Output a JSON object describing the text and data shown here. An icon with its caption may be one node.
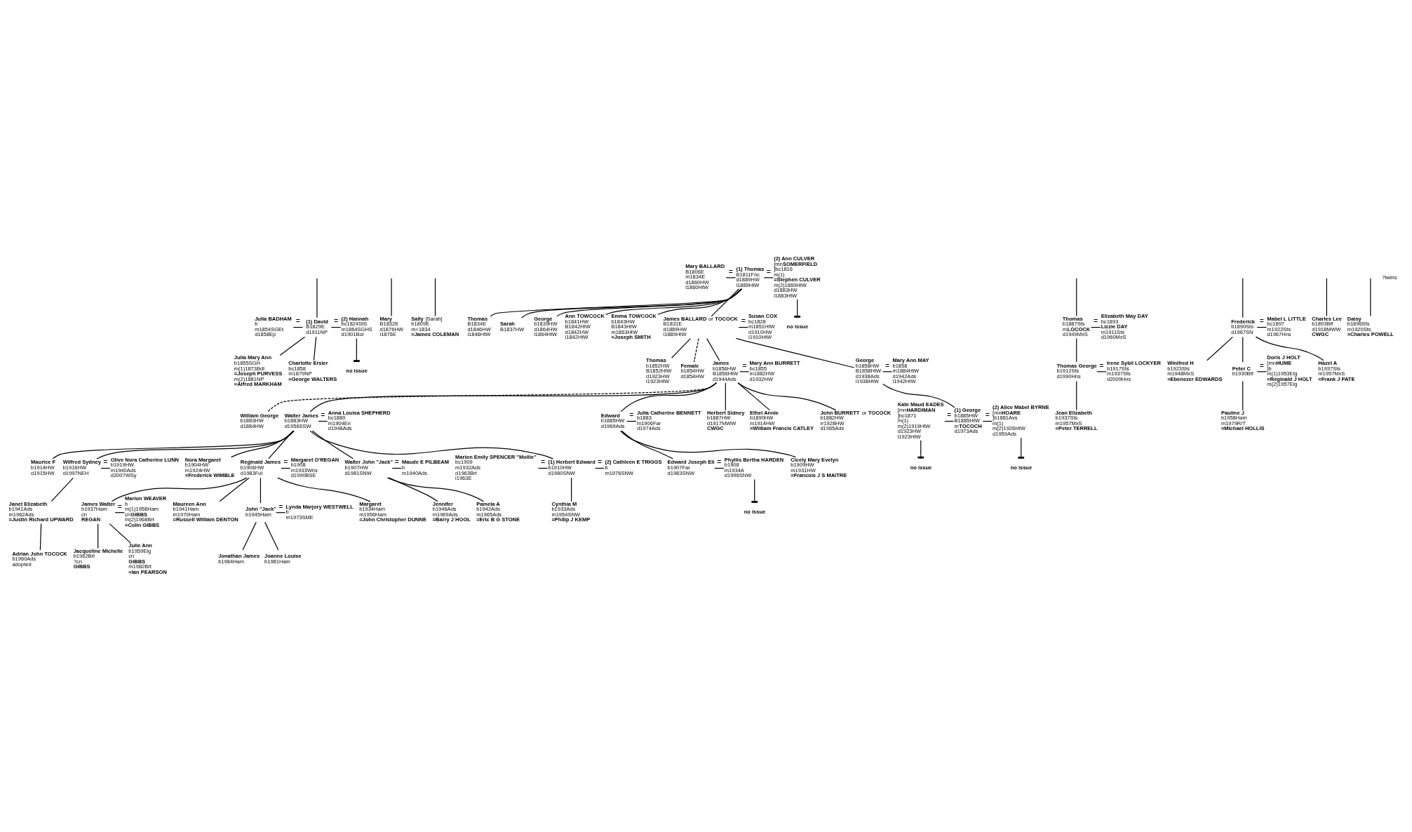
{
  "diagram": {
    "nodes": [
      {
        "text": [
          "**Julia BADHAM**",
          "b",
          "m1854SGEt",
          "d1858Ep"
        ]
      },
      {
        "text": [
          "**(1) David**",
          "B1829E",
          "d1911NP"
        ]
      },
      {
        "text": [
          "**(2) Hannah**",
          "bc1824StS",
          "m1864SGHS",
          "d1901Bol"
        ]
      },
      {
        "text": [
          "**no issue**"
        ]
      },
      {
        "text": [
          "**Mary**",
          "B1832E",
          "d1876HW",
          "i1876E"
        ]
      },
      {
        "text": [
          "**Sally** [Sarah]",
          "b1809E",
          "m<1834",
          "**=James COLEMAN**"
        ]
      },
      {
        "text": [
          "**Mary BALLARD**",
          "B1806E",
          "m1834E",
          "d1860HW",
          "i1860HtW"
        ]
      },
      {
        "text": [
          "**(1) Thomas**",
          "B1811Fnc",
          "d1889HW",
          "i1889HtW"
        ]
      },
      {
        "text": [
          "**(2) Ann CULVER**",
          "[mn**SOMERFIELD**]",
          "bc1816",
          "m(1)",
          "**=Stephen CULVER**",
          "m(2)1860HtW",
          "d1883HW",
          "i1883HtW"
        ]
      },
      {
        "text": [
          "**no issue**"
        ]
      },
      {
        "text": [
          "**Julia Mary Ann**",
          "b1855SGH",
          "m(1)1873Bdl",
          "**=Joseph PURVESS**",
          "m(2)1881NP",
          "**=Alfred MARKHAM**"
        ]
      },
      {
        "text": [
          "**Charlotte Ersler**",
          "bc1858",
          "m1879NP",
          "**=George WALTERS**"
        ]
      },
      {
        "text": [
          "**James BALLARD** or **TOCOCK**",
          "B1831E",
          "d1889HW",
          "i1889HtW"
        ]
      },
      {
        "text": [
          "**Susan COX**",
          "bc1828",
          "m1851HtW",
          "d1910HW",
          "i1910HtW"
        ]
      },
      {
        "text": [
          "**Thomas**",
          "B1834E",
          "d1846HW",
          "i1846HtW"
        ]
      },
      {
        "text": [
          "**Sarah**",
          "B1837HW"
        ]
      },
      {
        "text": [
          "**George**",
          "b1839HW",
          "d1864HW",
          "i1864HtW"
        ]
      },
      {
        "text": [
          "**Ann TOWCOCK**",
          "b1841HW",
          "B1842HtW",
          "d1842HW",
          "i1842HtW"
        ]
      },
      {
        "text": [
          "**Emma TOWCOCK**",
          "b1843HW",
          "B1843HtW",
          "m1863HtW",
          "**=Joseph SMITH**"
        ]
      },
      {
        "text": [
          "**Thomas**",
          "b1887Sts",
          "m**LOCOCK**",
          "d1949MxS"
        ]
      },
      {
        "text": [
          "**Elizabeth May DAY**",
          "bc1893",
          "**Lizzie DAY**",
          "m1911Sts",
          "d1960MxS"
        ]
      },
      {
        "text": [
          "**Frederick**",
          "b1890Sts",
          "d1967SN"
        ]
      },
      {
        "text": [
          "**Mabel L LITTLE**",
          "bc1897",
          "m1922Sts",
          "d1967Hns"
        ]
      },
      {
        "text": [
          "**Charles Lee**",
          "b1893Btf",
          "d1918MWW",
          "**CWGC**"
        ]
      },
      {
        "text": [
          "**Daisy**",
          "b1896Sts",
          "m1920Sts",
          "**=Charles POWELL**"
        ]
      },
      {
        "text": [
          "**Thomas**",
          "b1852HW",
          "B1852HtW",
          "d1923HW",
          "i1923HtW"
        ]
      },
      {
        "text": [
          "**Female**",
          "b1854HW",
          "d1854HW"
        ]
      },
      {
        "text": [
          "**James**",
          "b1856HW",
          "B1856HtW",
          "d1944Ads"
        ]
      },
      {
        "text": [
          "**Mary Ann BURRETT**",
          "bc1855",
          "m1882HW",
          "d1932HW"
        ]
      },
      {
        "text": [
          "**George**",
          "b1858HW",
          "B1858HtW",
          "d1938Ads",
          "i1938HtW"
        ]
      },
      {
        "text": [
          "**Mary Ann MAY**",
          "b1858",
          "m1884HtW",
          "d1942Ads",
          "i1942HtW"
        ]
      },
      {
        "text": [
          "**Thomas George**",
          "b1912Sts",
          "d1990Hns"
        ]
      },
      {
        "text": [
          "**Irene Sybil LOCKYER**",
          "b1917Sts",
          "m1937Sts",
          "d2009Hns"
        ]
      },
      {
        "text": [
          "**Winifred H**",
          "b1923Sts",
          "m1948MxS",
          "**=Ebenezer EDWARDS**"
        ]
      },
      {
        "text": [
          "**Peter C**",
          "b1930Btf"
        ]
      },
      {
        "text": [
          "**Doris J HOLT**",
          "[mn**HUME**]",
          "b",
          "m(1)1953Elg",
          "**=Reginald J HOLT**",
          "m(2)1957Elg"
        ]
      },
      {
        "text": [
          "**Hazel A**",
          "b1937Sts",
          "m1957MxS",
          "**=Frank J PATE**"
        ]
      },
      {
        "text": [
          "**John BURRETT** or **TOCOCK**",
          "b1882HW",
          "rr1928HW",
          "d1965Ads"
        ]
      },
      {
        "text": [
          "**William George**",
          "b1883HW",
          "d1884HW"
        ]
      },
      {
        "text": [
          "**Walter James**",
          "b1883HW",
          "d1956SSW"
        ]
      },
      {
        "text": [
          "**Anna Louisa SHEPHERD**",
          "bc1880",
          "m1904En",
          "d1948Ads"
        ]
      },
      {
        "text": [
          "**Edward**",
          "b1885HW",
          "d1969Ads"
        ]
      },
      {
        "text": [
          "**Julia Catherine BENNETT**",
          "b1883",
          "m1906Far",
          "d1974Ads"
        ]
      },
      {
        "text": [
          "**Herbert Sidney**",
          "b1887HW",
          "d1917MWW",
          "**CWGC**"
        ]
      },
      {
        "text": [
          "**Ethel Annie**",
          "b1890HW",
          "m1914HW",
          "**=William Francis CATLEY**"
        ]
      },
      {
        "text": [
          "**Kate Maud EADES**",
          "[mn**HARDIMAN**]",
          "bc1871",
          "m(1)",
          "m(2)1919HtW",
          "d1923HW",
          "i1923HtW"
        ]
      },
      {
        "text": [
          "**(1) George**",
          "b1885HW",
          "B1885HtW",
          "m**TOCOCH**",
          "d1973Ads"
        ]
      },
      {
        "text": [
          "**(2) Alice Mabel BYRNE**",
          "[mn**HOARE**]",
          "b1881Avs",
          "m(1)",
          "m(2)1926HtW",
          "d1959Ads"
        ]
      },
      {
        "text": [
          "**no issue**"
        ]
      },
      {
        "text": [
          "**no issue**"
        ]
      },
      {
        "text": [
          "**Jean Elizabeth**",
          "b1937Sts",
          "m1957MxS",
          "**=Peter TERRELL**"
        ]
      },
      {
        "text": [
          "**Pauline J**",
          "b1958Ham",
          "m1979R/T",
          "**=Michael HOLLIS**"
        ]
      },
      {
        "text": [
          "**Nora Margaret**",
          "b1904HW",
          "m1924HW",
          "**=Frederick WIMBLE**"
        ]
      },
      {
        "text": [
          "**Reginald James**",
          "b1906HW",
          "d1983Ful"
        ]
      },
      {
        "text": [
          "**Margaret O'REGAN**",
          "b1908",
          "m1933Wns",
          "d1990BSE"
        ]
      },
      {
        "text": [
          "**Walter John \"Jack\"**",
          "b1907HW",
          "d1981SNW"
        ]
      },
      {
        "text": [
          "**Maude E PILBEAM**",
          "b",
          "m1940Ads"
        ]
      },
      {
        "text": [
          "**Marion Emily SPENCER \"Mollie\"**",
          "bc1909",
          "m1932Ads",
          "d1963Brt",
          "i1963E"
        ]
      },
      {
        "text": [
          "**(1) Herbert Edward**",
          "b1910HW",
          "d1980SNW"
        ]
      },
      {
        "text": [
          "**(2) Cathleen E TRIGGS**",
          "b",
          "m1976SNW"
        ]
      },
      {
        "text": [
          "**Maurice F**",
          "b1914HW",
          "d1915HW"
        ]
      },
      {
        "text": [
          "**Wilfred Sydney**",
          "b1916HW",
          "d1997NEH"
        ]
      },
      {
        "text": [
          "**Olive Nora Catherine LUNN**",
          "b1919HW",
          "m1940Ads",
          "d2007WSy"
        ]
      },
      {
        "text": [
          "**Edward Joseph Eli**",
          "b1907Far",
          "d1983SNW"
        ]
      },
      {
        "text": [
          "**Phyllis Bertha HARDEN**",
          "b1908",
          "m1934A",
          "d1996SNW"
        ]
      },
      {
        "text": [
          "**no issue**"
        ]
      },
      {
        "text": [
          "**Cicely Mary Evelyn**",
          "b1909HW",
          "m1931HW",
          "**=Francois J S MAITRE**"
        ]
      },
      {
        "text": [
          "**Margaret**",
          "b1934Ham",
          "m1956Ham",
          "**=John Christopher DUNNE**"
        ]
      },
      {
        "text": [
          "**James Walter**",
          "b1937Ham",
          "cn",
          "**REGAN**"
        ]
      },
      {
        "text": [
          "**Marion WEAVER**",
          "b",
          "m(1)1958Ham",
          "cn**GIBBS**",
          "m(2)1968Brt",
          "**=Colin GIBBS**"
        ]
      },
      {
        "text": [
          "**Maureen Ann**",
          "b1941Ham",
          "m1970Ham",
          "**=Russell William DENTON**"
        ]
      },
      {
        "text": [
          "**John \"Jack\"**",
          "b1945Ham"
        ]
      },
      {
        "text": [
          "**Lynda Marjory WESTWELL**",
          "b",
          "m1973SME"
        ]
      },
      {
        "text": [
          "**Pamela A**",
          "b1942Ads",
          "m1965Ads",
          "**=Eric B G STONE**"
        ]
      },
      {
        "text": [
          "**Jennifer**",
          "b1946Ads",
          "m1969Ads",
          "**=Barry J HOOL**"
        ]
      },
      {
        "text": [
          "**Cynthia M**",
          "b1933Ads",
          "m1954SNW",
          "**=Philip J KEMP**"
        ]
      },
      {
        "text": [
          "**Janet Elizabeth**",
          "b1941Ads",
          "m1962Ads",
          "**=Justin Richard UPWARD**"
        ]
      },
      {
        "text": [
          "**Julie Ann**",
          "b1959Elg",
          "cn",
          "**GIBBS**",
          "m1982Brt",
          "**=Ian PEARSON**"
        ]
      },
      {
        "text": [
          "**Jacqueline Michelle**",
          "b1962Brt",
          "?cn",
          "**GIBBS**"
        ]
      },
      {
        "text": [
          "**Joanne Louise**",
          "b1981Ham"
        ]
      },
      {
        "text": [
          "**Jonathan James**",
          "b1984Ham"
        ]
      },
      {
        "text": [
          "**Adrian John TOCOCK**",
          "b1960Ads",
          "adopted"
        ]
      }
    ],
    "edges": [
      {
        "from": null,
        "to": 1,
        "arrow": "none"
      },
      {
        "from": null,
        "to": 4,
        "arrow": "none"
      },
      {
        "from": null,
        "to": 5,
        "arrow": "none"
      },
      {
        "from": null,
        "to": 19,
        "arrow": "none"
      },
      {
        "from": null,
        "to": 21,
        "arrow": "none"
      },
      {
        "from": null,
        "to": 23,
        "arrow": "none"
      },
      {
        "from": null,
        "to": 24,
        "arrow": "none"
      },
      {
        "from": 0,
        "to": 1,
        "arrow": "none",
        "label": "="
      },
      {
        "from": 1,
        "to": 2,
        "arrow": "none",
        "label": "="
      },
      {
        "from": 6,
        "to": 7,
        "arrow": "none",
        "label": "="
      },
      {
        "from": 7,
        "to": 8,
        "arrow": "none",
        "label": "="
      },
      {
        "from": 2,
        "to": 3,
        "arrow": "other"
      },
      {
        "from": 8,
        "to": 9,
        "arrow": "other"
      },
      {
        "from": 1,
        "to": 10,
        "arrow": "none"
      },
      {
        "from": 1,
        "to": 11,
        "arrow": "none"
      },
      {
        "from": 7,
        "to": 12,
        "arrow": "none"
      },
      {
        "from": 7,
        "to": 14,
        "arrow": "none"
      },
      {
        "from": 7,
        "to": 15,
        "arrow": "none"
      },
      {
        "from": 7,
        "to": 16,
        "arrow": "none"
      },
      {
        "from": 7,
        "to": 17,
        "arrow": "none"
      },
      {
        "from": 7,
        "to": 18,
        "arrow": "none"
      },
      {
        "from": 12,
        "to": 13,
        "arrow": "none",
        "label": "="
      },
      {
        "from": 19,
        "to": 20,
        "arrow": "none",
        "label": "="
      },
      {
        "from": 21,
        "to": 22,
        "arrow": "none",
        "label": "="
      },
      {
        "from": 12,
        "to": 25,
        "arrow": "none"
      },
      {
        "from": 12,
        "to": 26,
        "arrow": "none",
        "style": "dashed"
      },
      {
        "from": 12,
        "to": 27,
        "arrow": "none"
      },
      {
        "from": 12,
        "to": 29,
        "arrow": "none"
      },
      {
        "from": 27,
        "to": 28,
        "arrow": "none",
        "label": "="
      },
      {
        "from": 29,
        "to": 30,
        "arrow": "none",
        "label": "="
      },
      {
        "from": 19,
        "to": 31,
        "arrow": "none"
      },
      {
        "from": 31,
        "to": 32,
        "arrow": "none",
        "label": "="
      },
      {
        "from": 21,
        "to": 33,
        "arrow": "none"
      },
      {
        "from": 21,
        "to": 34,
        "arrow": "none"
      },
      {
        "from": 34,
        "to": 35,
        "arrow": "none",
        "label": "="
      },
      {
        "from": 21,
        "to": 36,
        "arrow": "none"
      },
      {
        "from": 27,
        "to": 37,
        "arrow": "none"
      },
      {
        "from": 27,
        "to": 38,
        "arrow": "none",
        "style": "dashed"
      },
      {
        "from": 27,
        "to": 39,
        "arrow": "none"
      },
      {
        "from": 39,
        "to": 40,
        "arrow": "none",
        "label": "="
      },
      {
        "from": 27,
        "to": 41,
        "arrow": "none"
      },
      {
        "from": 41,
        "to": 42,
        "arrow": "none",
        "label": "="
      },
      {
        "from": 27,
        "to": 43,
        "arrow": "none"
      },
      {
        "from": 27,
        "to": 44,
        "arrow": "none"
      },
      {
        "from": 29,
        "to": 46,
        "arrow": "none"
      },
      {
        "from": 45,
        "to": 46,
        "arrow": "none",
        "label": "="
      },
      {
        "from": 46,
        "to": 47,
        "arrow": "none",
        "label": "="
      },
      {
        "from": 45,
        "to": 48,
        "arrow": "other"
      },
      {
        "from": 47,
        "to": 49,
        "arrow": "other"
      },
      {
        "from": 31,
        "to": 50,
        "arrow": "none"
      },
      {
        "from": 34,
        "to": 51,
        "arrow": "none"
      },
      {
        "from": 39,
        "to": 52,
        "arrow": "none"
      },
      {
        "from": 39,
        "to": 53,
        "arrow": "none"
      },
      {
        "from": 53,
        "to": 54,
        "arrow": "none",
        "label": "="
      },
      {
        "from": 39,
        "to": 55,
        "arrow": "none"
      },
      {
        "from": 55,
        "to": 56,
        "arrow": "none",
        "label": "="
      },
      {
        "from": 57,
        "to": 58,
        "arrow": "none",
        "label": "="
      },
      {
        "from": 39,
        "to": 58,
        "arrow": "none"
      },
      {
        "from": 58,
        "to": 59,
        "arrow": "none",
        "label": "="
      },
      {
        "from": 39,
        "to": 60,
        "arrow": "none"
      },
      {
        "from": 39,
        "to": 61,
        "arrow": "none"
      },
      {
        "from": 61,
        "to": 62,
        "arrow": "none",
        "label": "="
      },
      {
        "from": 41,
        "to": 63,
        "arrow": "none"
      },
      {
        "from": 63,
        "to": 64,
        "arrow": "none",
        "label": "="
      },
      {
        "from": 64,
        "to": 65,
        "arrow": "other"
      },
      {
        "from": 41,
        "to": 66,
        "arrow": "none"
      },
      {
        "from": 53,
        "to": 67,
        "arrow": "none"
      },
      {
        "from": 53,
        "to": 68,
        "arrow": "none"
      },
      {
        "from": 68,
        "to": 69,
        "arrow": "none",
        "label": "="
      },
      {
        "from": 53,
        "to": 70,
        "arrow": "none"
      },
      {
        "from": 53,
        "to": 71,
        "arrow": "none"
      },
      {
        "from": 71,
        "to": 72,
        "arrow": "none",
        "label": "="
      },
      {
        "from": 55,
        "to": 73,
        "arrow": "none"
      },
      {
        "from": 55,
        "to": 74,
        "arrow": "none"
      },
      {
        "from": 58,
        "to": 75,
        "arrow": "none"
      },
      {
        "from": 61,
        "to": 76,
        "arrow": "none"
      },
      {
        "from": 68,
        "to": 77,
        "arrow": "none"
      },
      {
        "from": 68,
        "to": 78,
        "arrow": "none"
      },
      {
        "from": 71,
        "to": 79,
        "arrow": "none"
      },
      {
        "from": 71,
        "to": 80,
        "arrow": "none"
      },
      {
        "from": 76,
        "to": 81,
        "arrow": "none"
      }
    ],
    "labels": [
      "?twins"
    ]
  }
}
